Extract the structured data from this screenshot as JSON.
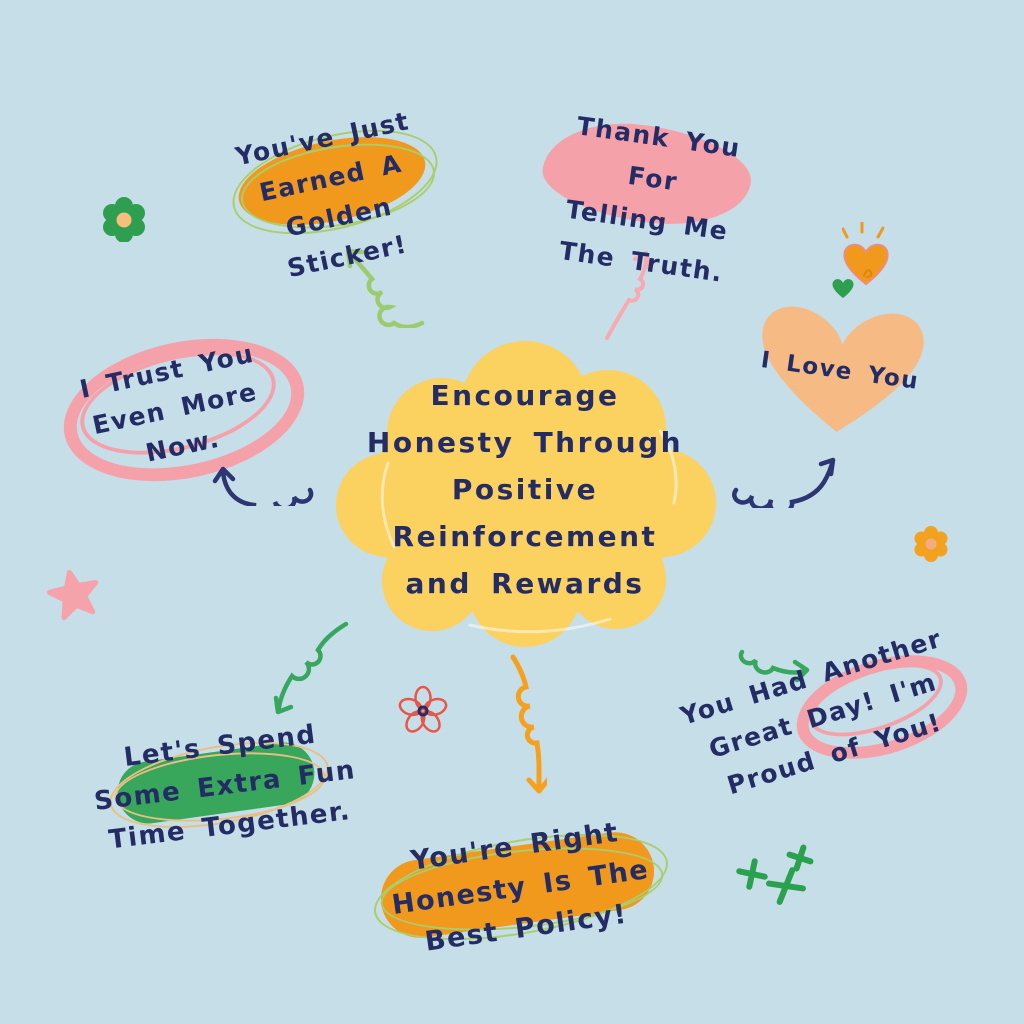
{
  "poster": {
    "center_cloud": {
      "lines": [
        "Encourage",
        "Honesty Through",
        "Positive",
        "Reinforcement",
        "and Rewards"
      ]
    },
    "phrases": {
      "golden_sticker": {
        "lines": [
          "You've Just",
          "Earned A",
          "Golden Sticker!"
        ]
      },
      "thank_you": {
        "lines": [
          "Thank You For",
          "Telling Me",
          "The Truth."
        ]
      },
      "love_you": {
        "text": "I Love You"
      },
      "trust": {
        "lines": [
          "I Trust You",
          "Even More",
          "Now."
        ]
      },
      "lets_spend": {
        "lines": [
          "Let's Spend",
          "Some Extra Fun",
          "Time Together."
        ]
      },
      "youre_right": {
        "lines": [
          "You're Right",
          "Honesty Is The",
          "Best Policy!"
        ]
      },
      "proud": {
        "lines": [
          "You Had Another",
          "Great Day! I'm",
          "Proud of You!"
        ]
      }
    },
    "decorations": [
      "green-flower-icon",
      "pink-star-icon",
      "orange-flower-icon",
      "outline-flower-icon",
      "orange-heart-icon",
      "green-heart-icon",
      "sparkle-icon",
      "plus-signs-icon",
      "love-heart-shape"
    ],
    "colors": {
      "background": "#C6DEE7",
      "cloud_yellow": "#FBD160",
      "text_navy": "#232C64",
      "highlight_orange": "#F0991D",
      "highlight_pink": "#F5A1AA",
      "highlight_green": "#38A65B",
      "heart_peach": "#F6BA84",
      "arrow_light_green": "#9CCB6F",
      "arrow_green": "#37A75F",
      "arrow_navy": "#2B3672",
      "arrow_orange": "#F5A11F",
      "arrow_pink": "#F8A9B1",
      "flower_green": "#2E9E4F",
      "flower_red_outline": "#E8564A",
      "scribble_green": "#A9CE6C",
      "scribble_sand": "#E9C083"
    }
  }
}
